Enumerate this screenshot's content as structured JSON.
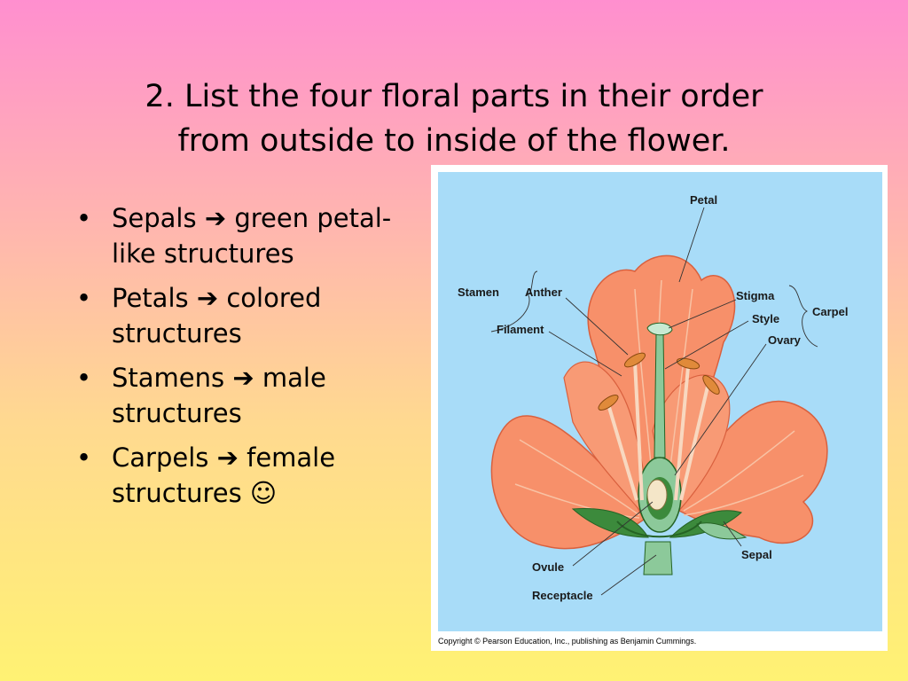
{
  "slide": {
    "title_line1": "2. List the four floral parts in their order",
    "title_line2": "from outside to inside of the flower.",
    "bullets": [
      {
        "part": "Sepals",
        "arrow": "➔",
        "desc_line1": "green petal-",
        "desc_line2": "like structures"
      },
      {
        "part": "Petals",
        "arrow": "➔",
        "desc_line1": "colored",
        "desc_line2": "structures"
      },
      {
        "part": "Stamens",
        "arrow": "➔",
        "desc_line1": "male",
        "desc_line2": "structures"
      },
      {
        "part": "Carpels",
        "arrow": "➔",
        "desc_line1": "female",
        "desc_line2": "structures ☺"
      }
    ],
    "bullet_char": "•"
  },
  "diagram": {
    "labels": {
      "petal": "Petal",
      "stamen": "Stamen",
      "anther": "Anther",
      "filament": "Filament",
      "stigma": "Stigma",
      "style": "Style",
      "ovary": "Ovary",
      "carpel": "Carpel",
      "ovule": "Ovule",
      "receptacle": "Receptacle",
      "sepal": "Sepal"
    },
    "copyright": "Copyright © Pearson Education, Inc., publishing as Benjamin Cummings.",
    "colors": {
      "background": "#a8dcf8",
      "petal": "#f7906a",
      "petal_vein": "#f8c2a4",
      "stamen": "#e08a3a",
      "carpel": "#8cc99a",
      "sepal": "#3c8a3c"
    }
  }
}
